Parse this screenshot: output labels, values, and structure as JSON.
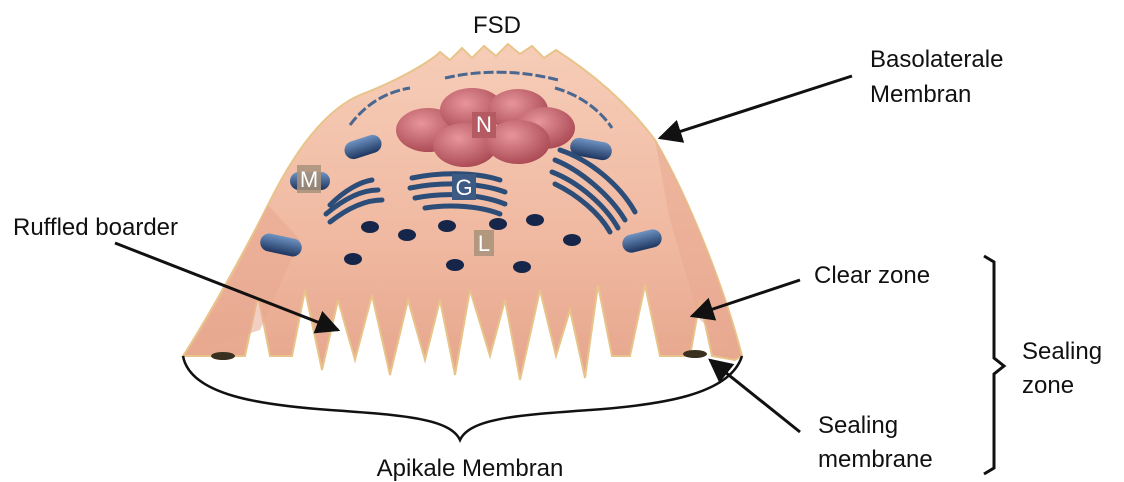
{
  "labels": {
    "fsd": "FSD",
    "basolateral_line1": "Basolaterale",
    "basolateral_line2": "Membran",
    "ruffled": "Ruffled boarder",
    "clear_zone": "Clear zone",
    "sealing_zone_line1": "Sealing",
    "sealing_zone_line2": "zone",
    "sealing_membrane_line1": "Sealing",
    "sealing_membrane_line2": "membrane",
    "apikale": "Apikale Membran",
    "nucleus": "N",
    "golgi": "G",
    "mitochondrion": "M",
    "lysosome": "L"
  },
  "colors": {
    "cell_body": "#f0b8a0",
    "cell_edge": "#d99880",
    "nucleus": "#c96066",
    "organelle": "#2c4d78",
    "vesicle": "#16264a",
    "arrow": "#111111"
  }
}
